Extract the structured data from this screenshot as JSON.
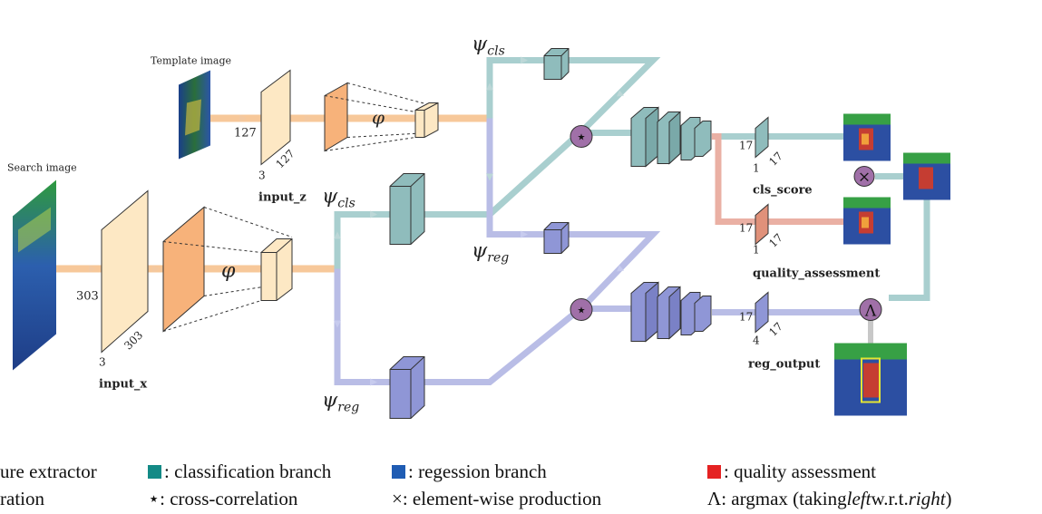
{
  "images": {
    "template": "Template image",
    "search": "Search image"
  },
  "dims": {
    "z_side": "127",
    "z_side2": "127",
    "z_ch": "3",
    "x_side": "303",
    "x_side2": "303",
    "x_ch": "3",
    "out_17a": "17",
    "out_17b": "17",
    "out_17c": "17",
    "out_17d": "17",
    "out_17e": "17",
    "out_17f": "17",
    "cls_ch": "1",
    "qual_ch": "1",
    "reg_ch": "4"
  },
  "labels": {
    "input_z": "input_z",
    "input_x": "input_x",
    "cls_score": "cls_score",
    "quality": "quality_assessment",
    "reg_output": "reg_output",
    "phi": "φ",
    "psi_cls": "ψcls",
    "psi_reg": "ψreg",
    "star": "⋆",
    "times": "×",
    "lambda": "Λ"
  },
  "legend": {
    "feature_extractor": "ure extractor",
    "ration": "ration",
    "cls_branch": ": classification branch",
    "cross_corr": "⋆: cross-correlation",
    "reg_branch": ": regession branch",
    "elementwise": "×: element-wise production",
    "quality": ": quality assessment",
    "argmax_pre": "Λ: argmax (taking ",
    "argmax_left": "left",
    "argmax_mid": " w.r.t. ",
    "argmax_right": "right",
    "argmax_post": ")"
  },
  "colors": {
    "cls": "#a9cfcf",
    "cls_box": "#8fbcbc",
    "reg": "#b3b8e3",
    "reg_box": "#8f96d6",
    "quality": "#e6a99b",
    "quality_box": "#e0917a",
    "feat": "#f7b27a",
    "input": "#fde8c4",
    "op": "#a070a8",
    "leg_cls": "#138a86",
    "leg_reg": "#1f5cb3",
    "leg_qual": "#e52222"
  }
}
